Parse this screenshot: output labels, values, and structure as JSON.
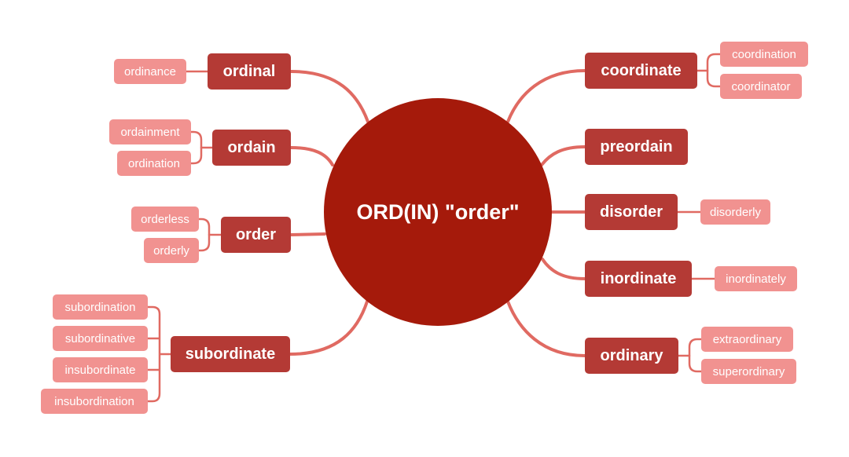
{
  "center": {
    "label": "ORD(IN) \"order\""
  },
  "branches": [
    {
      "id": "ordinal",
      "label": "ordinal",
      "children": [
        "ordinance"
      ]
    },
    {
      "id": "ordain",
      "label": "ordain",
      "children": [
        "ordainment",
        "ordination"
      ]
    },
    {
      "id": "order",
      "label": "order",
      "children": [
        "orderless",
        "orderly"
      ]
    },
    {
      "id": "subordinate",
      "label": "subordinate",
      "children": [
        "subordination",
        "subordinative",
        "insubordinate",
        "insubordination"
      ]
    },
    {
      "id": "coordinate",
      "label": "coordinate",
      "children": [
        "coordination",
        "coordinator"
      ]
    },
    {
      "id": "preordain",
      "label": "preordain",
      "children": []
    },
    {
      "id": "disorder",
      "label": "disorder",
      "children": [
        "disorderly"
      ]
    },
    {
      "id": "inordinate",
      "label": "inordinate",
      "children": [
        "inordinately"
      ]
    },
    {
      "id": "ordinary",
      "label": "ordinary",
      "children": [
        "extraordinary",
        "superordinary"
      ]
    }
  ],
  "colors": {
    "center": "#a51a0b",
    "branch": "#b43a35",
    "leaf": "#f19290",
    "connector": "#e06a62"
  }
}
